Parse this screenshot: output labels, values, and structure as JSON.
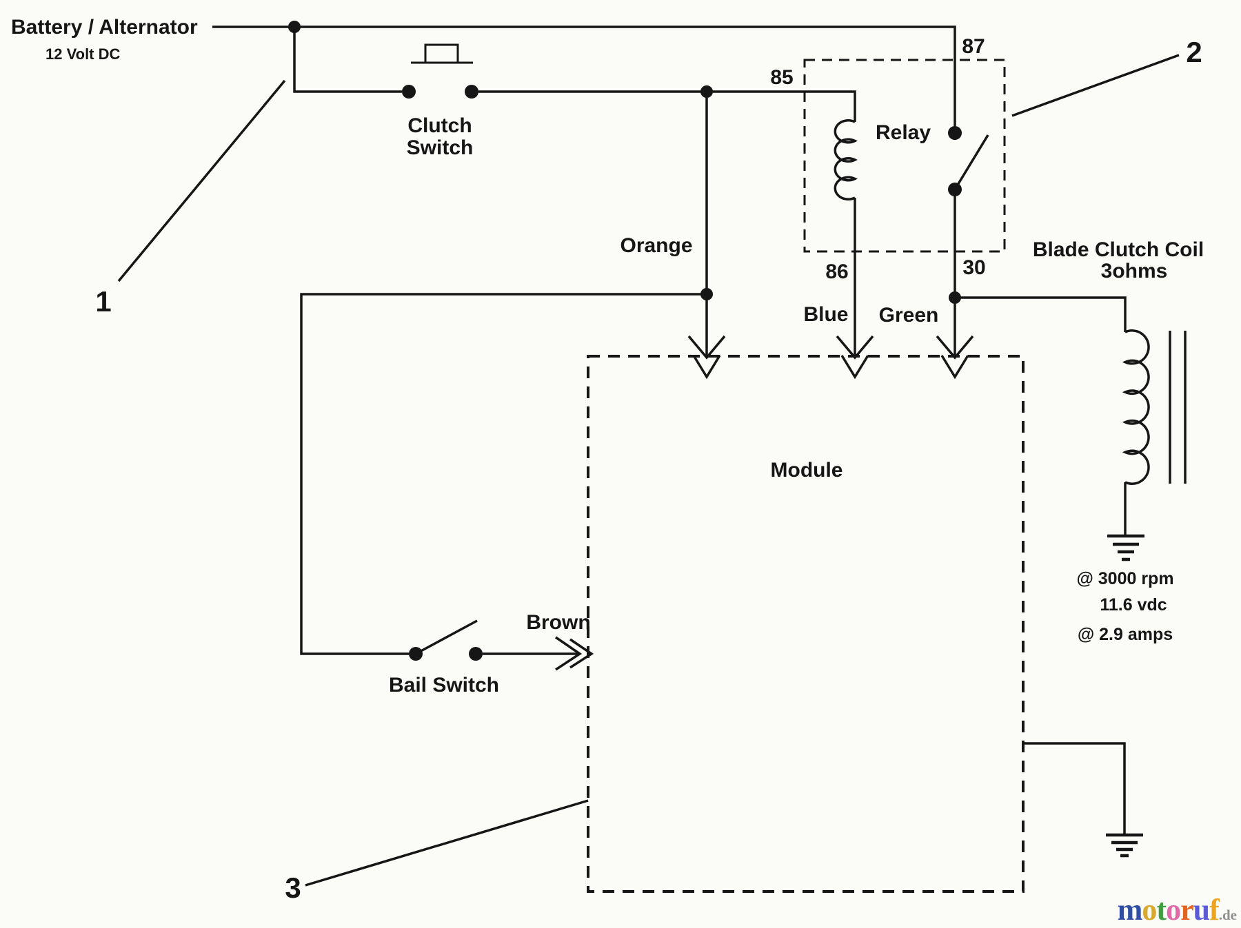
{
  "diagram": {
    "type": "wiring-schematic",
    "subject": "Blade clutch / PTO electrical circuit"
  },
  "source": {
    "title": "Battery / Alternator",
    "subtitle": "12 Volt DC"
  },
  "components": {
    "clutch_switch": {
      "line1": "Clutch",
      "line2": "Switch"
    },
    "bail_switch": {
      "name": "Bail Switch"
    },
    "relay": {
      "name": "Relay",
      "terminals": {
        "t85": "85",
        "t86": "86",
        "t87": "87",
        "t30": "30"
      }
    },
    "module": {
      "name": "Module"
    },
    "blade_clutch_coil": {
      "name": "Blade Clutch Coil",
      "resistance": "3ohms",
      "specs": [
        "@ 3000 rpm",
        "11.6 vdc",
        "@ 2.9 amps"
      ]
    }
  },
  "wires": {
    "orange": "Orange",
    "blue": "Blue",
    "green": "Green",
    "brown": "Brown"
  },
  "callouts": {
    "one": "1",
    "two": "2",
    "three": "3"
  },
  "watermark": {
    "letters": [
      {
        "char": "m",
        "color": "#2e4fa3"
      },
      {
        "char": "o",
        "color": "#d9a62e"
      },
      {
        "char": "t",
        "color": "#3f9e3f"
      },
      {
        "char": "o",
        "color": "#e06aa8"
      },
      {
        "char": "r",
        "color": "#e2641f"
      },
      {
        "char": "u",
        "color": "#5b5bd6"
      },
      {
        "char": "f",
        "color": "#eda421"
      }
    ],
    "suffix": ".de",
    "suffix_color": "#909090"
  },
  "colors": {
    "ink": "#161616",
    "background": "#fbfbf8"
  }
}
